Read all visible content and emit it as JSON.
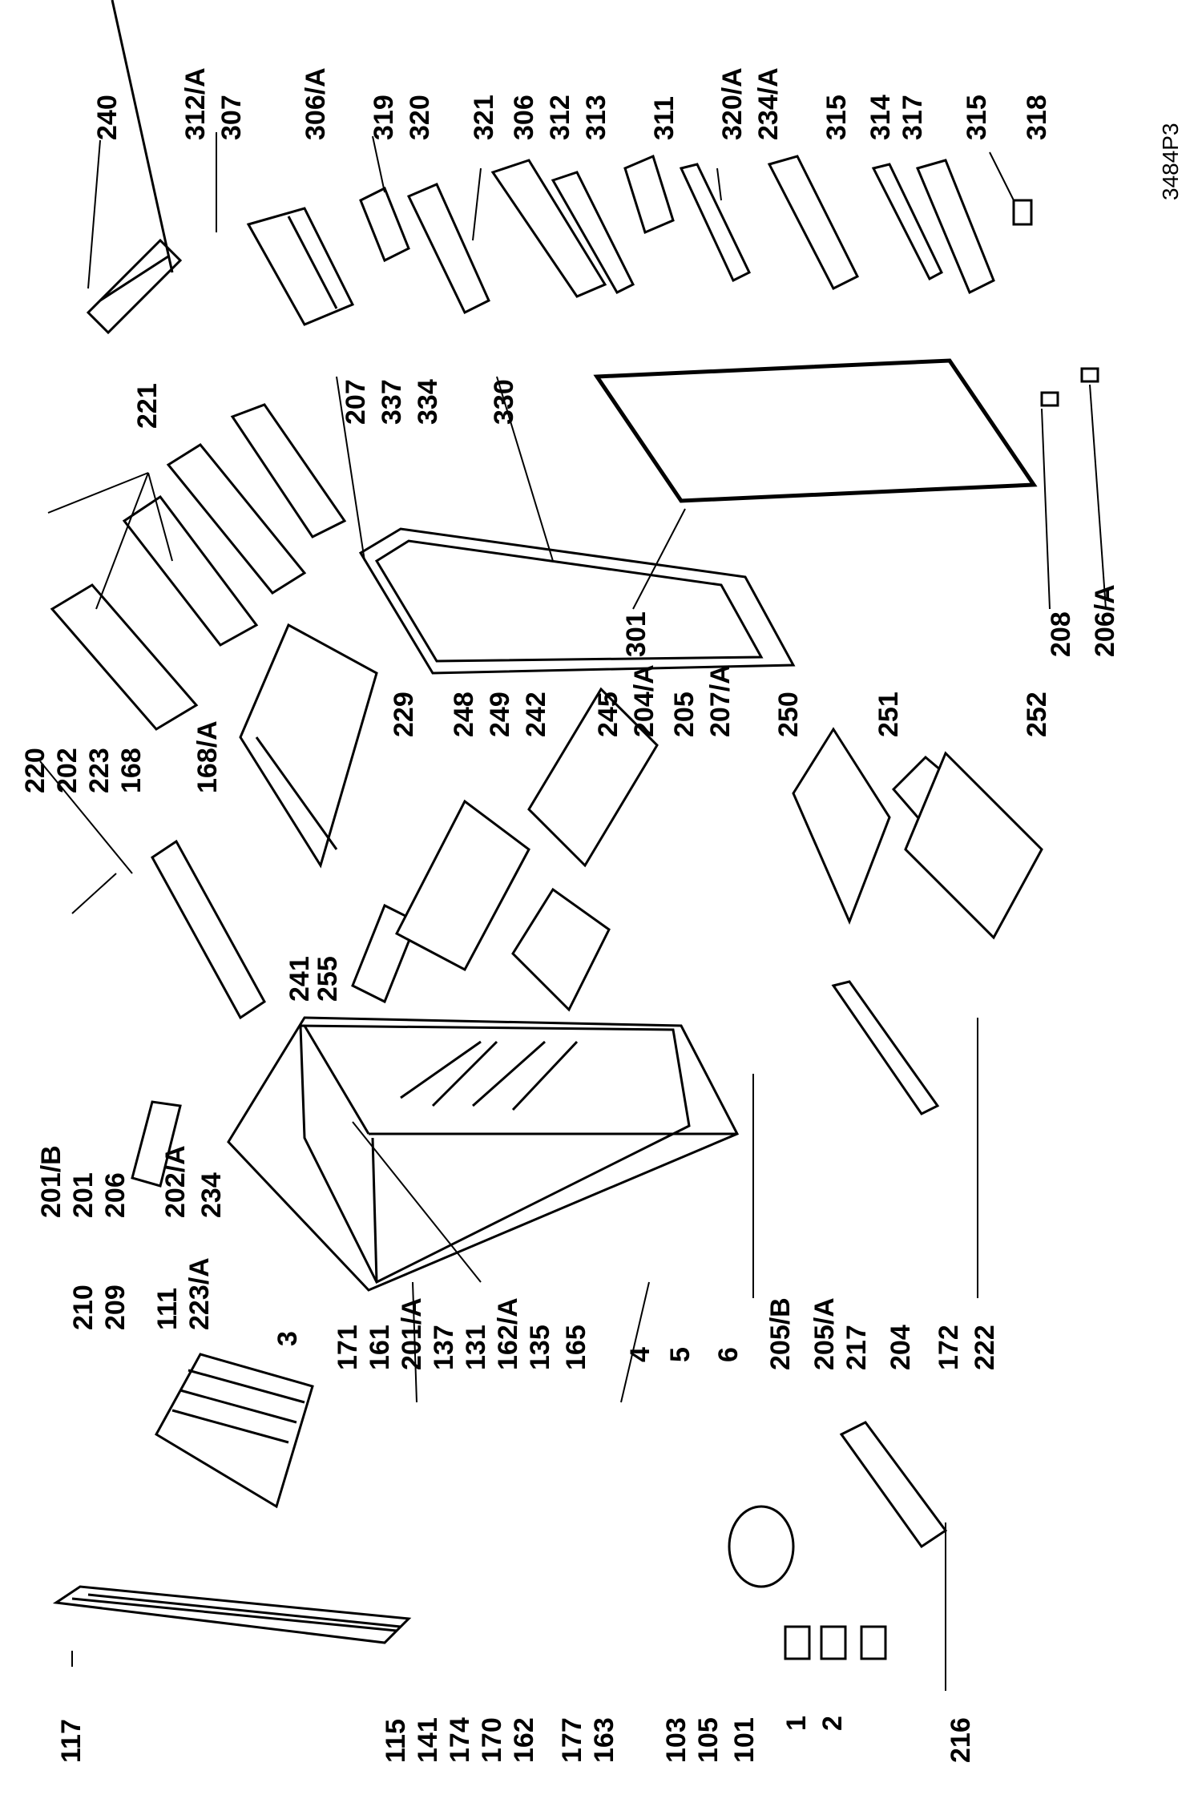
{
  "drawing_code": "3484P3",
  "labels": [
    "240",
    "312/A",
    "307",
    "306/A",
    "319",
    "320",
    "321",
    "306",
    "312",
    "313",
    "311",
    "320/A",
    "234/A",
    "315",
    "314",
    "317",
    "315",
    "318",
    "221",
    "207",
    "337",
    "334",
    "330",
    "301",
    "208",
    "206/A",
    "220",
    "202",
    "223",
    "168",
    "168/A",
    "229",
    "248",
    "249",
    "242",
    "245",
    "204/A",
    "205",
    "207/A",
    "241",
    "255",
    "250",
    "251",
    "252",
    "201/B",
    "201",
    "206",
    "202/A",
    "234",
    "223/A",
    "210",
    "209",
    "111",
    "3",
    "171",
    "161",
    "201/A",
    "137",
    "131",
    "162/A",
    "135",
    "165",
    "205/B",
    "205/A",
    "217",
    "204",
    "172",
    "222",
    "4",
    "5",
    "6",
    "117",
    "115",
    "141",
    "174",
    "170",
    "162",
    "177",
    "163",
    "103",
    "105",
    "101",
    "1",
    "2",
    "216"
  ]
}
